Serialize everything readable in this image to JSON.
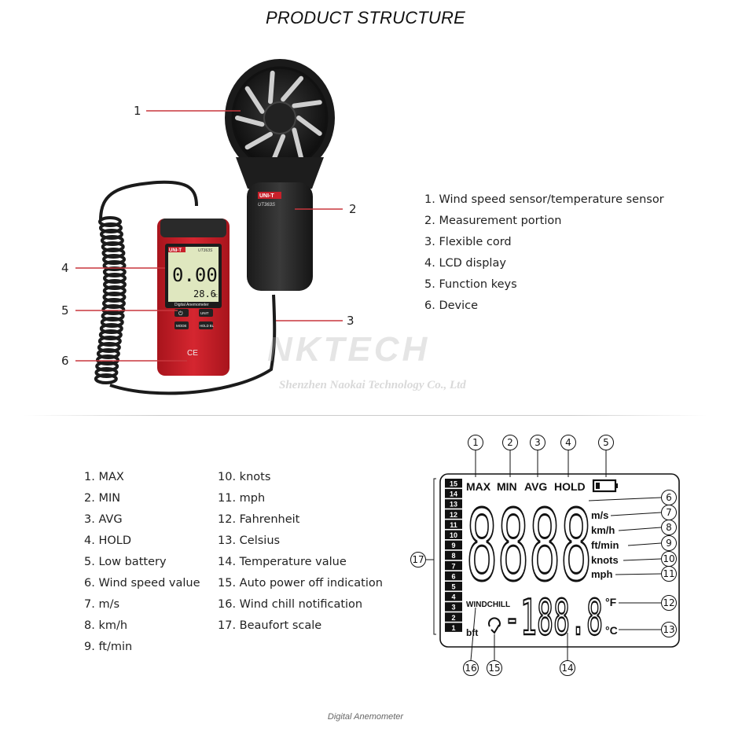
{
  "title": "PRODUCT STRUCTURE",
  "caption": "Digital Anemometer",
  "watermark": {
    "brand": "NKTECH",
    "company": "Shenzhen Naokai Technology Co., Ltd"
  },
  "device": {
    "brand": "UNI-T",
    "model": "UT363S",
    "reading_main": "0.00",
    "reading_sub": "28.6",
    "unit_small": "°C",
    "label": "Digital Anemometer",
    "btn_power": "⏻",
    "btn_unit": "UNIT",
    "btn_mode": "MODE",
    "btn_hold": "HOLD BL",
    "ce_mark": "CE"
  },
  "probe": {
    "brand": "UNI-T",
    "model": "UT363S"
  },
  "callouts": [
    "1",
    "2",
    "3",
    "4",
    "5",
    "6"
  ],
  "structure_list": [
    "1. Wind speed sensor/temperature sensor",
    "2. Measurement portion",
    "3. Flexible cord",
    "4. LCD display",
    "5. Function keys",
    "6. Device"
  ],
  "lcd_list_col1": [
    "1. MAX",
    "2. MIN",
    "3. AVG",
    "4. HOLD",
    "5. Low battery",
    "6. Wind speed value",
    "7. m/s",
    "8. km/h",
    "9. ft/min"
  ],
  "lcd_list_col2": [
    "10. knots",
    "11. mph",
    "12. Fahrenheit",
    "13. Celsius",
    "14. Temperature value",
    "15. Auto power off indication",
    "16. Wind chill notification",
    "17. Beaufort scale"
  ],
  "lcd": {
    "max": "MAX",
    "min": "MIN",
    "avg": "AVG",
    "hold": "HOLD",
    "main_digits": "8888",
    "temp_digits": "-188.8",
    "windchill": "WINDCHILL",
    "bft": "bft",
    "unit_ms": "m/s",
    "unit_kmh": "km/h",
    "unit_ftmin": "ft/min",
    "unit_knots": "knots",
    "unit_mph": "mph",
    "unit_f": "°F",
    "unit_c": "°C",
    "beaufort": [
      "15",
      "14",
      "13",
      "12",
      "11",
      "10",
      "9",
      "8",
      "7",
      "6",
      "5",
      "4",
      "3",
      "2",
      "1"
    ],
    "circle_nums": [
      "1",
      "2",
      "3",
      "4",
      "5",
      "6",
      "7",
      "8",
      "9",
      "10",
      "11",
      "12",
      "13",
      "14",
      "15",
      "16",
      "17"
    ]
  },
  "colors": {
    "accent_red": "#c8373d",
    "device_red": "#c8202a",
    "lcd_bg": "#d9e4b0"
  }
}
